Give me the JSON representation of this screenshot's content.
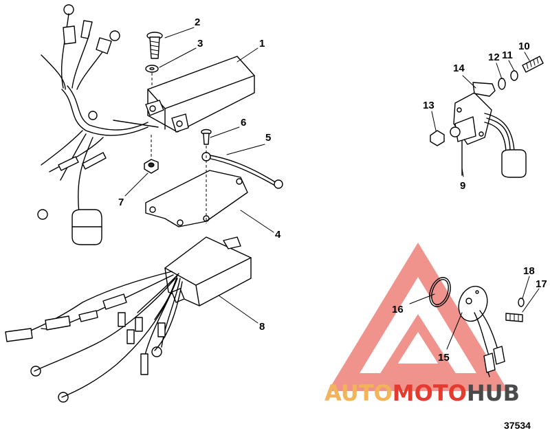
{
  "diagram": {
    "part_labels": [
      "1",
      "2",
      "3",
      "4",
      "5",
      "6",
      "7",
      "8",
      "9",
      "10",
      "11",
      "12",
      "13",
      "14",
      "15",
      "16",
      "17",
      "18"
    ],
    "reference_number": "37534"
  },
  "watermark": {
    "part1": "AUTO",
    "part2": "MOTO",
    "part3": "HUB",
    "colors": {
      "auto": "#f2b45a",
      "moto": "#e33b2f",
      "hub": "#4a4a4a",
      "triangle": "#e33b2f"
    }
  }
}
